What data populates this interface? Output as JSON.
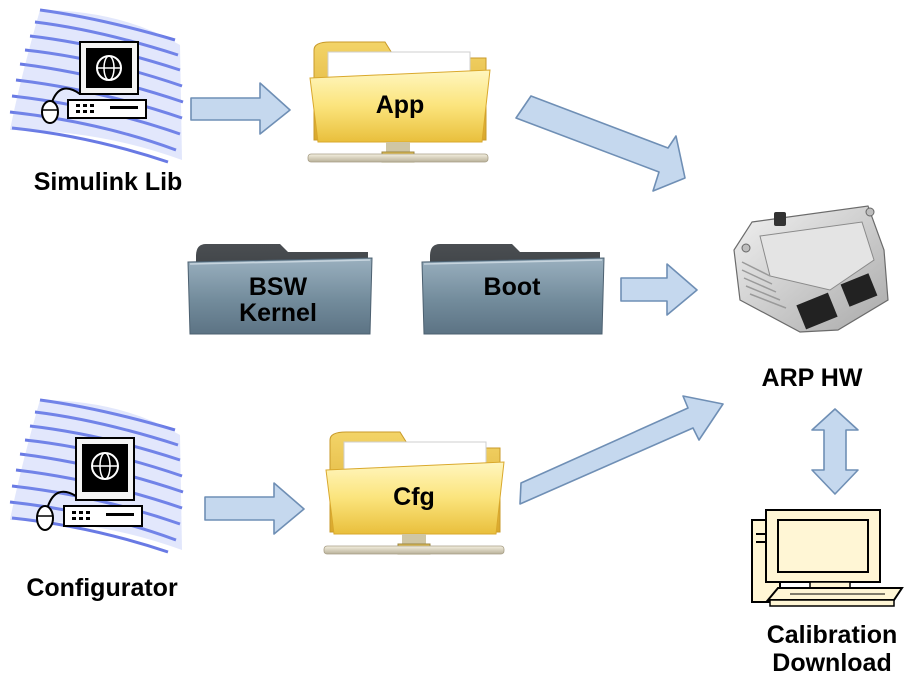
{
  "nodes": {
    "simulink_lib": "Simulink Lib",
    "configurator": "Configurator",
    "app_folder": "App",
    "cfg_folder": "Cfg",
    "bsw_kernel_line1": "BSW",
    "bsw_kernel_line2": "Kernel",
    "boot_folder": "Boot",
    "arp_hw": "ARP HW",
    "calibration_line1": "Calibration",
    "calibration_line2": "Download"
  },
  "colors": {
    "arrow_fill": "#c5d8ee",
    "arrow_stroke": "#6f8fb5",
    "yellow_folder": "#f9e27a",
    "gray_folder": "#7f98a8",
    "computer_waves": "#4f63e0",
    "workstation_fill": "#fff6d5"
  },
  "edges": [
    {
      "from": "Simulink Lib",
      "to": "App"
    },
    {
      "from": "App",
      "to": "ARP HW"
    },
    {
      "from": "Boot",
      "to": "ARP HW"
    },
    {
      "from": "Configurator",
      "to": "Cfg"
    },
    {
      "from": "Cfg",
      "to": "ARP HW"
    },
    {
      "from": "ARP HW",
      "to": "Calibration Download",
      "bidirectional": true
    }
  ]
}
